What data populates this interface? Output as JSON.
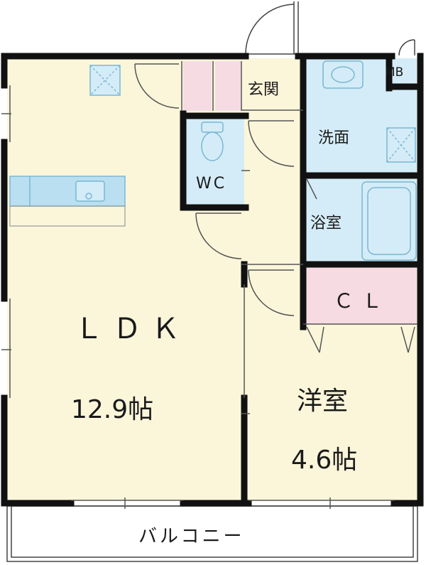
{
  "rooms": {
    "ldk": {
      "name": "ＬＤＫ",
      "size": "12.9帖"
    },
    "western": {
      "name": "洋室",
      "size": "4.6帖"
    },
    "entrance": "玄関",
    "washroom": "洗面",
    "bathroom": "浴室",
    "closet": "ＣＬ",
    "toilet": "WC",
    "meter_box": "MB",
    "balcony": "バルコニー"
  },
  "colors": {
    "floor": "#fbf6da",
    "wet_area": "#d4ecf7",
    "closet": "#f6dbe3",
    "wall": "#111111",
    "fixture": "#b9dff0"
  }
}
